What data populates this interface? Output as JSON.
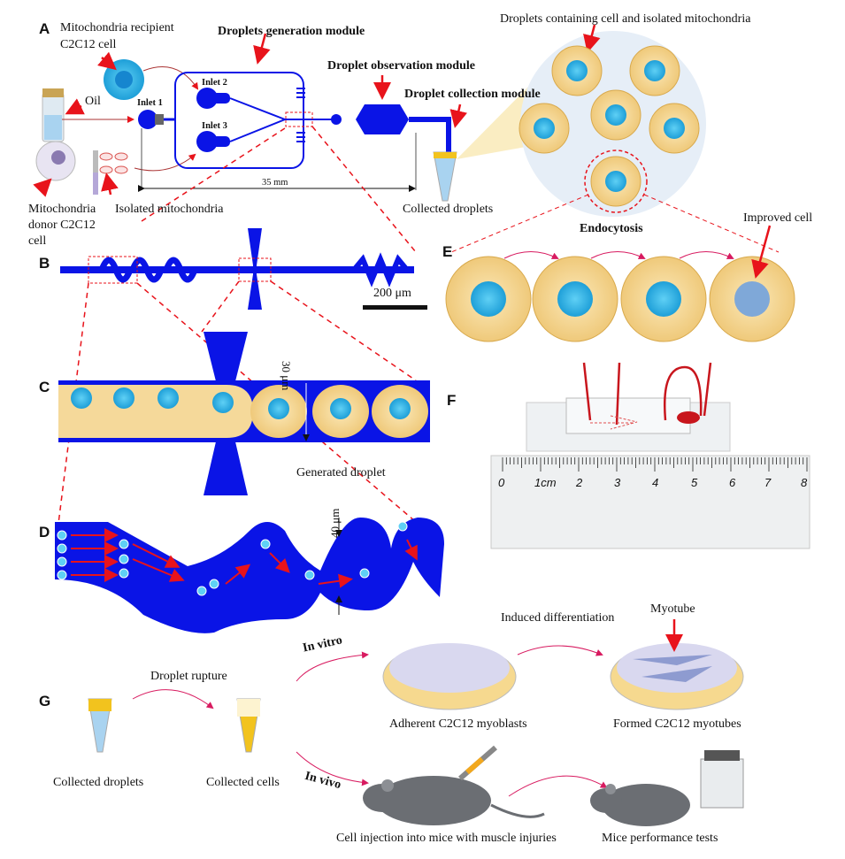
{
  "panels": {
    "a": "A",
    "b": "B",
    "c": "C",
    "d": "D",
    "e": "E",
    "f": "F",
    "g": "G"
  },
  "panel_a": {
    "recipient_line1": "Mitochondria  recipient",
    "recipient_line2": "C2C12 cell",
    "generation_module": "Droplets generation module",
    "observation_module": "Droplet observation module",
    "collection_module": "Droplet collection module",
    "droplets_containing": "Droplets containing cell and isolated mitochondria",
    "oil": "Oil",
    "inlet1": "Inlet 1",
    "inlet2": "Inlet 2",
    "inlet3": "Inlet 3",
    "scale": "35 mm",
    "donor_line1": "Mitochondria",
    "donor_line2": "donor C2C12",
    "donor_line3": "cell",
    "isolated": "Isolated mitochondria",
    "collected_droplets": "Collected droplets"
  },
  "panel_b": {
    "scale": "200 μm"
  },
  "panel_c": {
    "width": "30 μm",
    "generated": "Generated droplet"
  },
  "panel_d": {
    "width": "40 μm"
  },
  "panel_e": {
    "endocytosis": "Endocytosis",
    "improved": "Improved cell"
  },
  "panel_f": {
    "ruler": [
      "0",
      "1cm",
      "2",
      "3",
      "4",
      "5",
      "6",
      "7",
      "8"
    ]
  },
  "panel_g": {
    "droplet_rupture": "Droplet rupture",
    "collected_droplets": "Collected droplets",
    "collected_cells": "Collected cells",
    "in_vitro": "In vitro",
    "in_vivo": "In vivo",
    "induced": "Induced differentiation",
    "myotube": "Myotube",
    "myoblasts": "Adherent C2C12 myoblasts",
    "myotubes": "Formed C2C12 myotubes",
    "injection": "Cell injection into mice with muscle injuries",
    "tests": "Mice performance tests"
  },
  "colors": {
    "channel": "#0a14e6",
    "arrow": "#e8131b",
    "cell": "#f5d99a",
    "nucleus": "#39b8e8",
    "mito": "#d9534f"
  }
}
